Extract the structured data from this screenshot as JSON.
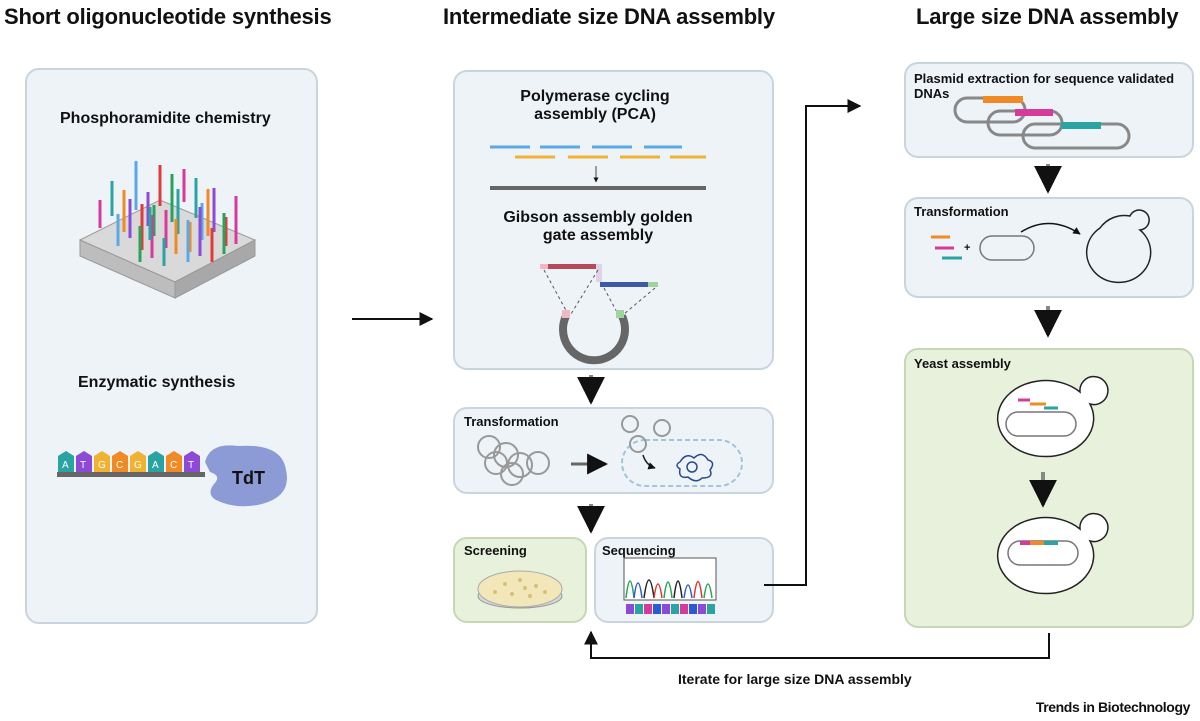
{
  "columns": {
    "short": "Short oligonucleotide synthesis",
    "intermediate": "Intermediate size DNA assembly",
    "large": "Large size DNA assembly"
  },
  "short_panel": {
    "phosphoramidite": "Phosphoramidite chemistry",
    "enzymatic": "Enzymatic synthesis",
    "nucleotides": [
      "A",
      "T",
      "G",
      "C",
      "G",
      "A",
      "C",
      "T"
    ],
    "enzyme": "TdT"
  },
  "intermediate_panel": {
    "pca": "Polymerase cycling assembly (PCA)",
    "gibson": "Gibson assembly golden gate assembly",
    "transformation": "Transformation",
    "screening": "Screening",
    "sequencing": "Sequencing"
  },
  "large_panel": {
    "plasmid": "Plasmid extraction for sequence validated DNAs",
    "transformation": "Transformation",
    "yeast": "Yeast assembly"
  },
  "iterate_label": "Iterate for large size DNA assembly",
  "credit": "Trends in Biotechnology",
  "colors": {
    "orange": "#f08a24",
    "magenta": "#d63a9a",
    "teal": "#2aa3a3",
    "blue": "#5aa9e6",
    "yellow": "#f0b233",
    "enzyme": "#8c9ad6"
  }
}
